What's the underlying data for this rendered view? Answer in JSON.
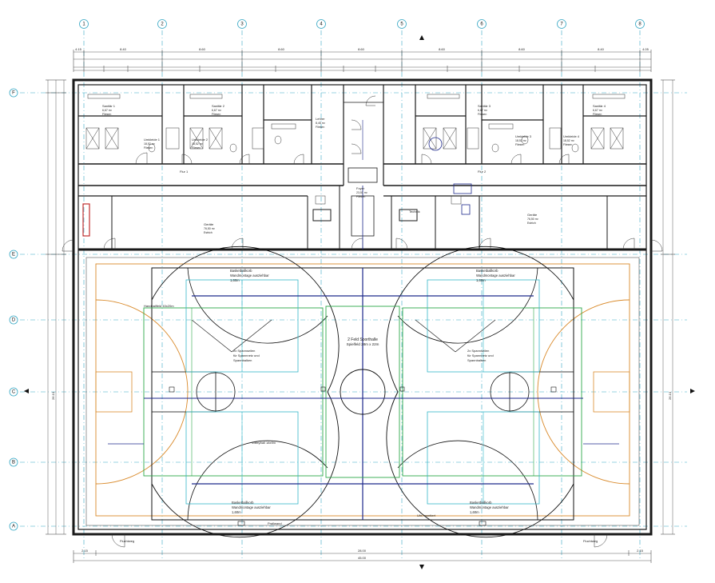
{
  "axes": {
    "vertical": [
      "1",
      "2",
      "3",
      "4",
      "5",
      "6",
      "7",
      "8"
    ],
    "horizontal": [
      "F",
      "E",
      "D",
      "C",
      "B",
      "A"
    ]
  },
  "dimensions": {
    "top_row": [
      "4.15",
      "8.40",
      "8.60",
      "8.60",
      "8.60",
      "8.60",
      "8.60",
      "8.40",
      "4.05"
    ],
    "bottom_total": "45.00",
    "bottom_row": [
      "2.15",
      "28.00",
      "2.15"
    ],
    "left_hall": "26.10",
    "right_hall": "26.10"
  },
  "rooms": {
    "wc_1": [
      "Sanitär 1",
      "6,67 m²",
      "Fliesen"
    ],
    "wc_2": [
      "Sanitär 2",
      "6,67 m²",
      "Fliesen"
    ],
    "wc_3": [
      "Sanitär 3",
      "6,67 m²",
      "Fliesen"
    ],
    "wc_4": [
      "Sanitär 4",
      "6,67 m²",
      "Fliesen"
    ],
    "changing_1": [
      "Umkleide 1",
      "18,52 m²",
      "Fliesen"
    ],
    "changing_2": [
      "Umkleide 2",
      "18,52 m²",
      "Fliesen"
    ],
    "changing_3": [
      "Umkleide 3",
      "18,52 m²",
      "Fliesen"
    ],
    "changing_4": [
      "Umkleide 4",
      "18,52 m²",
      "Fliesen"
    ],
    "teacher": [
      "Lehrer",
      "8,45 m²",
      "Fliesen"
    ],
    "foyer": [
      "Foyer",
      "23,51 m²",
      "Fliesen"
    ],
    "hall": [
      "2 Feld Sporthalle",
      "Spielfeld 28m x 22m"
    ],
    "storage_left": [
      "Geräte",
      "76,50 m²",
      "Estrich"
    ],
    "storage_right": [
      "Geräte",
      "76,50 m²",
      "Estrich"
    ],
    "corridor_left": "Flur 1",
    "corridor_right": "Flur 2",
    "technics": "Technik"
  },
  "annotations": {
    "basket_top_left": [
      "Basketballkorb",
      "Wandmontage ausziehbar",
      "1,60m"
    ],
    "basket_top_right": [
      "Basketballkorb",
      "Wandmontage ausziehbar",
      "1,60m"
    ],
    "basket_bottom_left": [
      "Basketballkorb",
      "Wandmontage ausziehbar",
      "1,60m"
    ],
    "basket_bottom_right": [
      "Basketballkorb",
      "Wandmontage ausziehbar",
      "1,60m"
    ],
    "divider_left": [
      "2x Spannseilen",
      "für Spannnetz und",
      "Spannbalken"
    ],
    "divider_right": [
      "2x Spannseilen",
      "für Spannnetz und",
      "Spannbalken"
    ],
    "volleyball": "Volleyball 18x9m",
    "handball": "Handballfeld 40x20m",
    "spectators": "Prallwand",
    "exit_left": "Fluchtweg",
    "exit_right": "Fluchtweg",
    "clock": "Uhr, montiert"
  },
  "colors": {
    "wall": "#1a1a1a",
    "court_outer": "#d98a2b",
    "court_green": "#2ea84a",
    "court_cyan": "#35b7c9",
    "court_blue": "#1f2a8c",
    "court_black": "#111111",
    "axis": "#35a7c4",
    "fill_red": "#c23030"
  }
}
